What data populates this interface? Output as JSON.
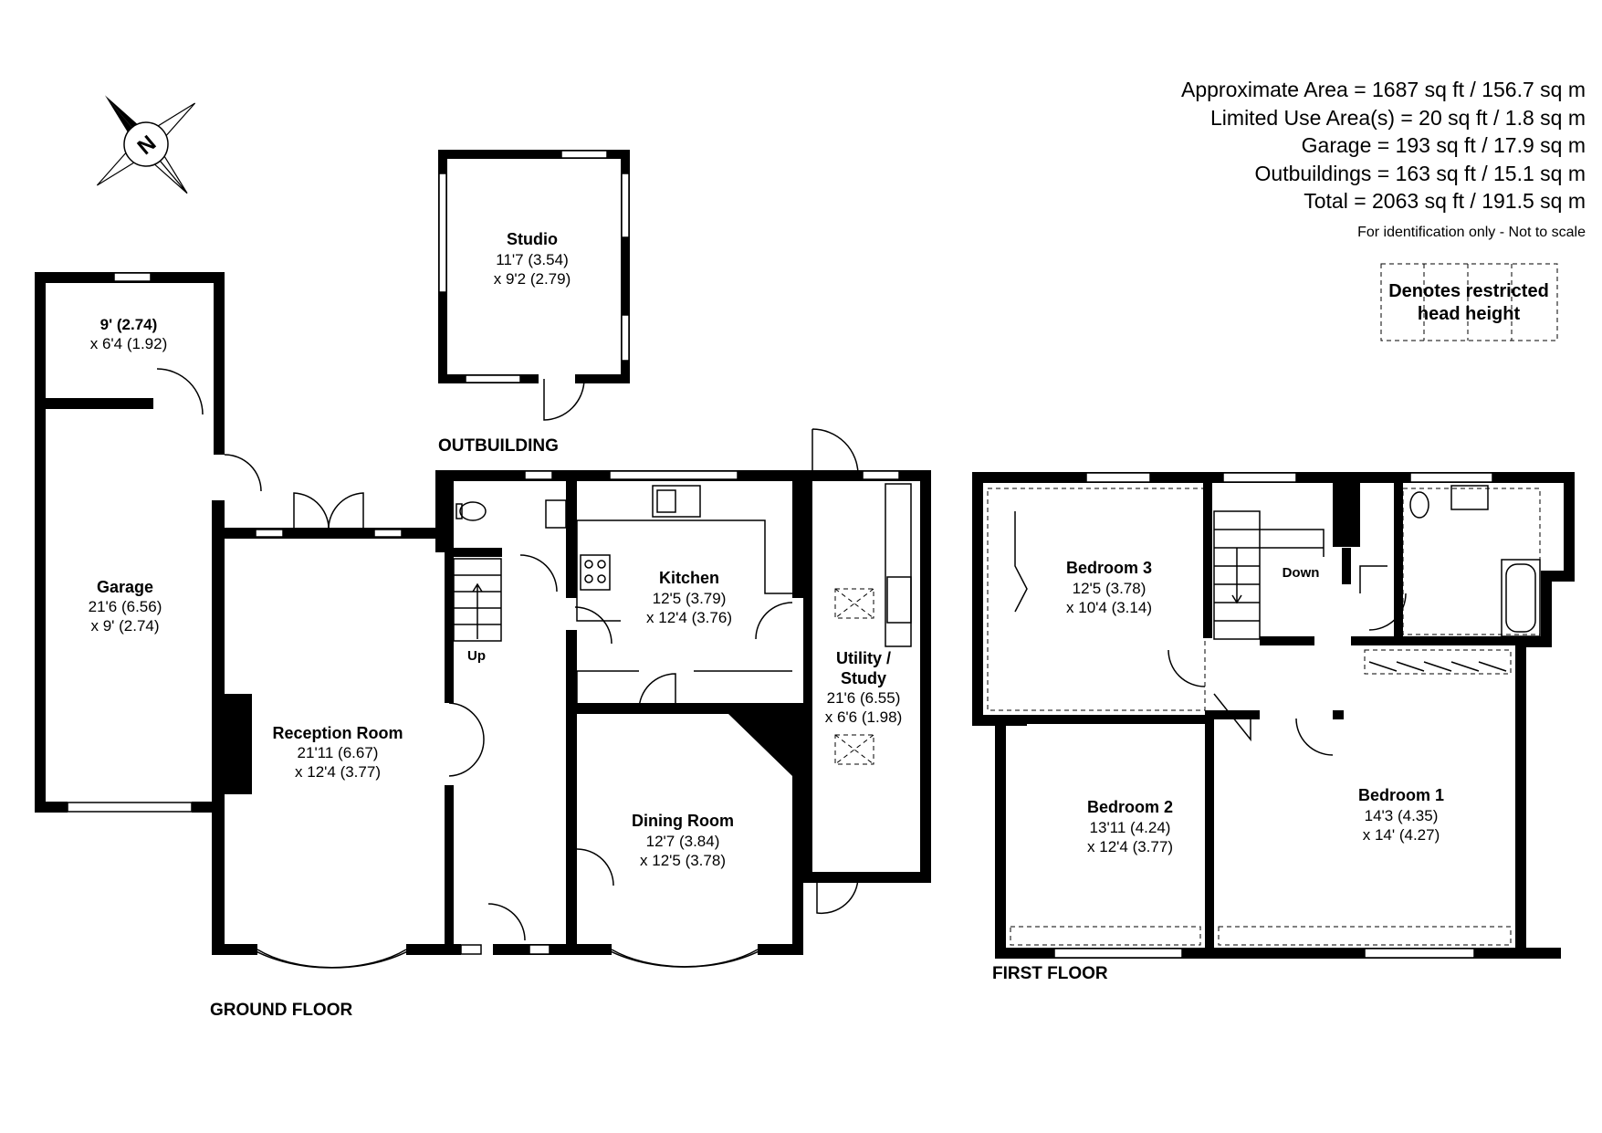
{
  "areas": {
    "approximate": "Approximate Area = 1687 sq ft / 156.7 sq m",
    "limited_use": "Limited Use Area(s) = 20 sq ft / 1.8 sq m",
    "garage": "Garage = 193 sq ft / 17.9 sq m",
    "outbuildings": "Outbuildings = 163 sq ft / 15.1 sq m",
    "total": "Total = 2063 sq ft / 191.5 sq m",
    "disclaimer": "For identification only - Not to scale"
  },
  "legend": {
    "line1": "Denotes restricted",
    "line2": "head height"
  },
  "compass": {
    "label": "N"
  },
  "floors": {
    "ground": "GROUND FLOOR",
    "first": "FIRST FLOOR",
    "outbuilding": "OUTBUILDING"
  },
  "rooms": {
    "studio": {
      "name": "Studio",
      "dim1": "11'7 (3.54)",
      "dim2": "x 9'2 (2.79)"
    },
    "store": {
      "dim1": "9' (2.74)",
      "dim2": "x 6'4 (1.92)"
    },
    "garage": {
      "name": "Garage",
      "dim1": "21'6 (6.56)",
      "dim2": "x 9' (2.74)"
    },
    "reception": {
      "name": "Reception Room",
      "dim1": "21'11 (6.67)",
      "dim2": "x 12'4 (3.77)"
    },
    "kitchen": {
      "name": "Kitchen",
      "dim1": "12'5 (3.79)",
      "dim2": "x 12'4 (3.76)"
    },
    "dining": {
      "name": "Dining Room",
      "dim1": "12'7 (3.84)",
      "dim2": "x 12'5 (3.78)"
    },
    "utility": {
      "name1": "Utility  /",
      "name2": "Study",
      "dim1": "21'6 (6.55)",
      "dim2": "x 6'6 (1.98)"
    },
    "bedroom3": {
      "name": "Bedroom 3",
      "dim1": "12'5 (3.78)",
      "dim2": "x 10'4 (3.14)"
    },
    "bedroom2": {
      "name": "Bedroom 2",
      "dim1": "13'11 (4.24)",
      "dim2": "x 12'4 (3.77)"
    },
    "bedroom1": {
      "name": "Bedroom 1",
      "dim1": "14'3 (4.35)",
      "dim2": "x 14' (4.27)"
    }
  },
  "stairs": {
    "up": "Up",
    "down": "Down"
  }
}
